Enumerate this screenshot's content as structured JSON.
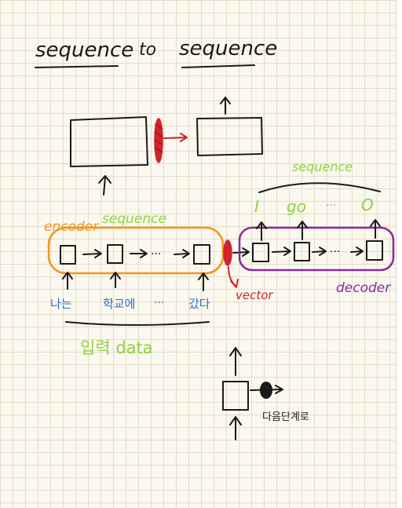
{
  "note": {
    "title_left": "sequence",
    "title_mid": "to",
    "title_right": "sequence",
    "output_sequence_label": "sequence",
    "decoder_tokens": [
      "I",
      "go",
      "···",
      "O"
    ],
    "encoder_label": "encoder",
    "encoder_sequence_label": "sequence",
    "vector_label": "vector",
    "decoder_label": "decoder",
    "input_words": [
      "나는",
      "학교에",
      "···",
      "갔다"
    ],
    "input_data_label": "입력 data",
    "rnn_output_label": "다음단계로"
  },
  "colors": {
    "ink": "#1a1a1a",
    "red": "#d2232a",
    "orange": "#f0961e",
    "green": "#8bd43a",
    "purple": "#8a2a9a",
    "blue": "#2a6fd6",
    "grid": "#e3dcc9",
    "paper": "#fbf8ef"
  }
}
